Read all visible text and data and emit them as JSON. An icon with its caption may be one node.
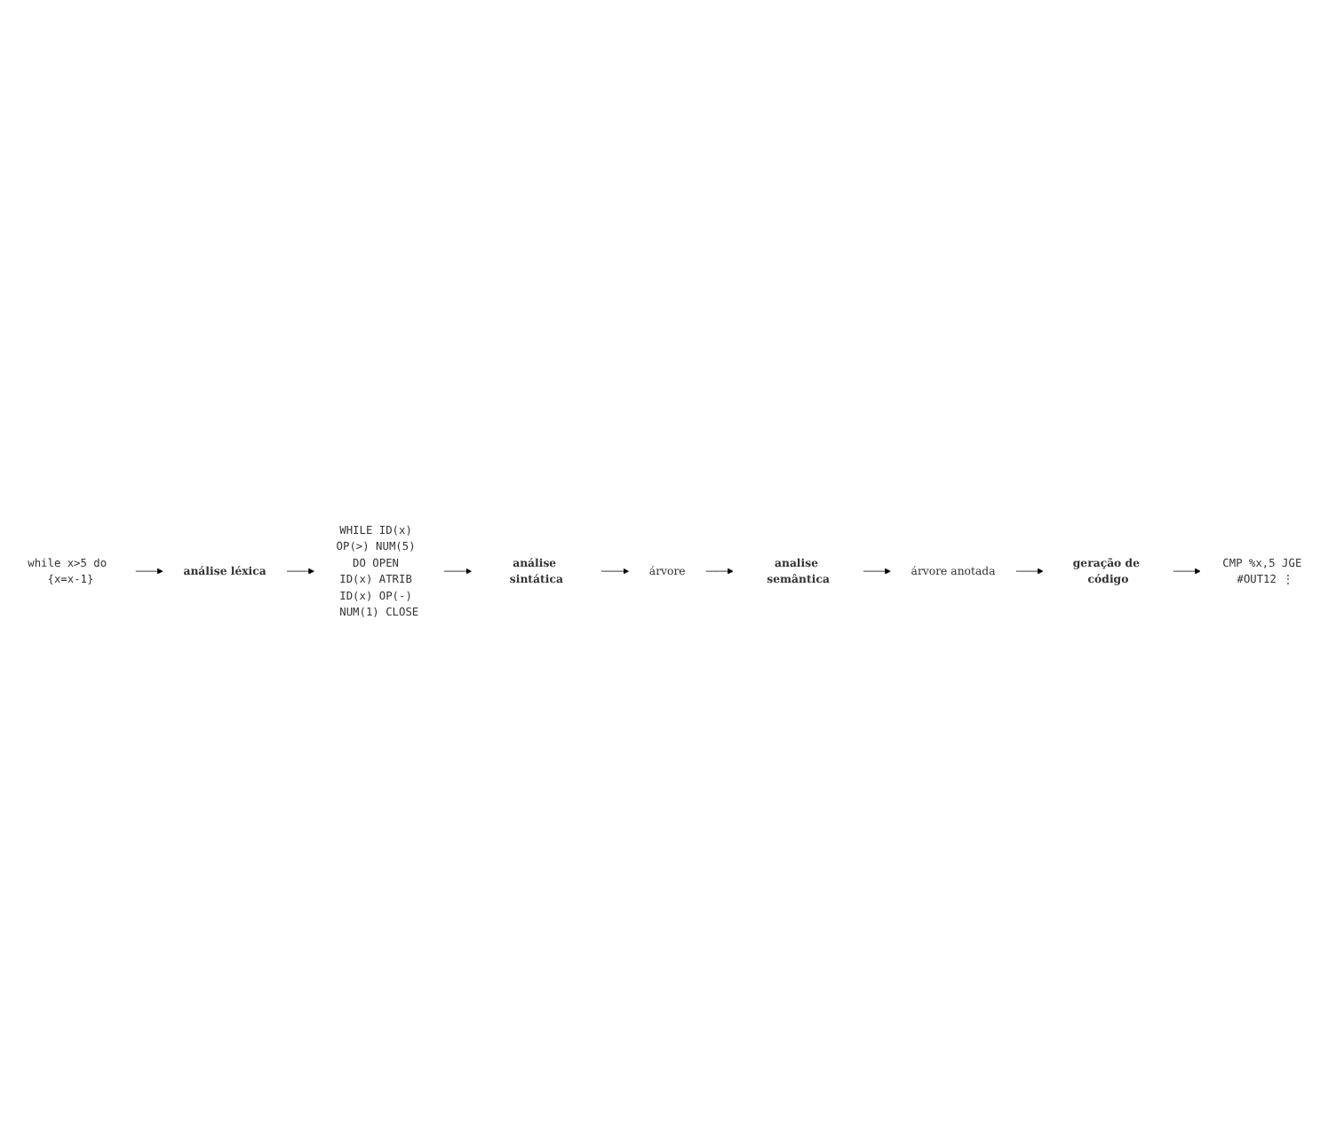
{
  "diagram": {
    "nodes": [
      {
        "text": [
          "while x>5 do {x=x-1}"
        ]
      },
      {
        "text": [
          "análise léxica"
        ]
      },
      {
        "text": [
          "WHILE ID(x) OP(>) NUM(5) DO OPEN ID(x) ATRIB ID(x) OP(-) NUM(1) CLOSE"
        ]
      },
      {
        "text": [
          "análise sintática"
        ]
      },
      {
        "text": [
          "árvore"
        ]
      },
      {
        "text": [
          "analise semântica"
        ]
      },
      {
        "text": [
          "árvore anotada"
        ]
      },
      {
        "text": [
          "geração de código"
        ]
      },
      {
        "text": [
          "CMP %x,5 JGE #OUT12 ⋮"
        ]
      }
    ],
    "edges": [
      {
        "from": 0,
        "to": 1,
        "arrow": "to"
      },
      {
        "from": 1,
        "to": 2,
        "arrow": "to"
      },
      {
        "from": 2,
        "to": 3,
        "arrow": "to"
      },
      {
        "from": 3,
        "to": 4,
        "arrow": "to"
      },
      {
        "from": 4,
        "to": 5,
        "arrow": "to"
      },
      {
        "from": 5,
        "to": 6,
        "arrow": "to"
      },
      {
        "from": 6,
        "to": 7,
        "arrow": "to"
      },
      {
        "from": 7,
        "to": 8,
        "arrow": "to"
      }
    ]
  }
}
